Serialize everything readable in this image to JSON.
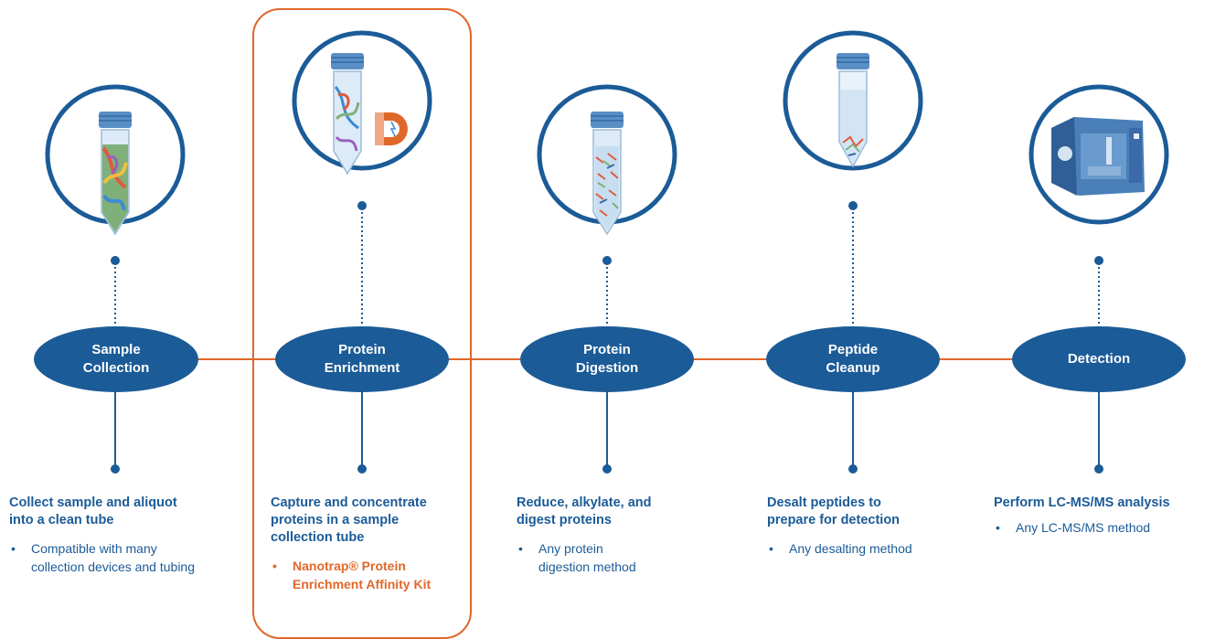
{
  "colors": {
    "navy": "#1b5b97",
    "orange": "#e0672a",
    "text_blue": "#1b5b97"
  },
  "steps": [
    {
      "name": "sample-collection",
      "label_line1": "Sample",
      "label_line2": "Collection",
      "icon": "tube-colorful-icon",
      "description": "Collect sample and aliquot into a clean tube",
      "desc_lines": [
        "Collect sample and aliquot",
        "into a clean tube"
      ],
      "bullets": [
        {
          "lines": [
            "Compatible with many",
            "collection devices and tubing"
          ],
          "accent": false
        }
      ]
    },
    {
      "name": "protein-enrichment",
      "label_line1": "Protein",
      "label_line2": "Enrichment",
      "icon": "tube-with-magnet-icon",
      "description": "Capture and concentrate proteins in a sample collection tube",
      "desc_lines": [
        "Capture and concentrate",
        "proteins in a sample",
        "collection tube"
      ],
      "bullets": [
        {
          "lines": [
            "Nanotrap® Protein",
            "Enrichment Affinity Kit"
          ],
          "accent": true
        }
      ]
    },
    {
      "name": "protein-digestion",
      "label_line1": "Protein",
      "label_line2": "Digestion",
      "icon": "tube-digest-icon",
      "description": "Reduce, alkylate, and digest proteins",
      "desc_lines": [
        "Reduce, alkylate, and",
        "digest proteins"
      ],
      "bullets": [
        {
          "lines": [
            "Any protein",
            "digestion method"
          ],
          "accent": false
        }
      ]
    },
    {
      "name": "peptide-cleanup",
      "label_line1": "Peptide",
      "label_line2": "Cleanup",
      "icon": "tube-clean-icon",
      "description": "Desalt peptides to prepare for detection",
      "desc_lines": [
        "Desalt peptides to",
        "prepare for detection"
      ],
      "bullets": [
        {
          "lines": [
            "Any desalting method"
          ],
          "accent": false
        }
      ]
    },
    {
      "name": "detection",
      "label_line1": "Detection",
      "label_line2": "",
      "icon": "mass-spectrometer-icon",
      "description": "Perform LC-MS/MS analysis",
      "desc_lines": [
        "Perform LC-MS/MS analysis"
      ],
      "bullets": [
        {
          "lines": [
            "Any LC-MS/MS method"
          ],
          "accent": false
        }
      ]
    }
  ]
}
